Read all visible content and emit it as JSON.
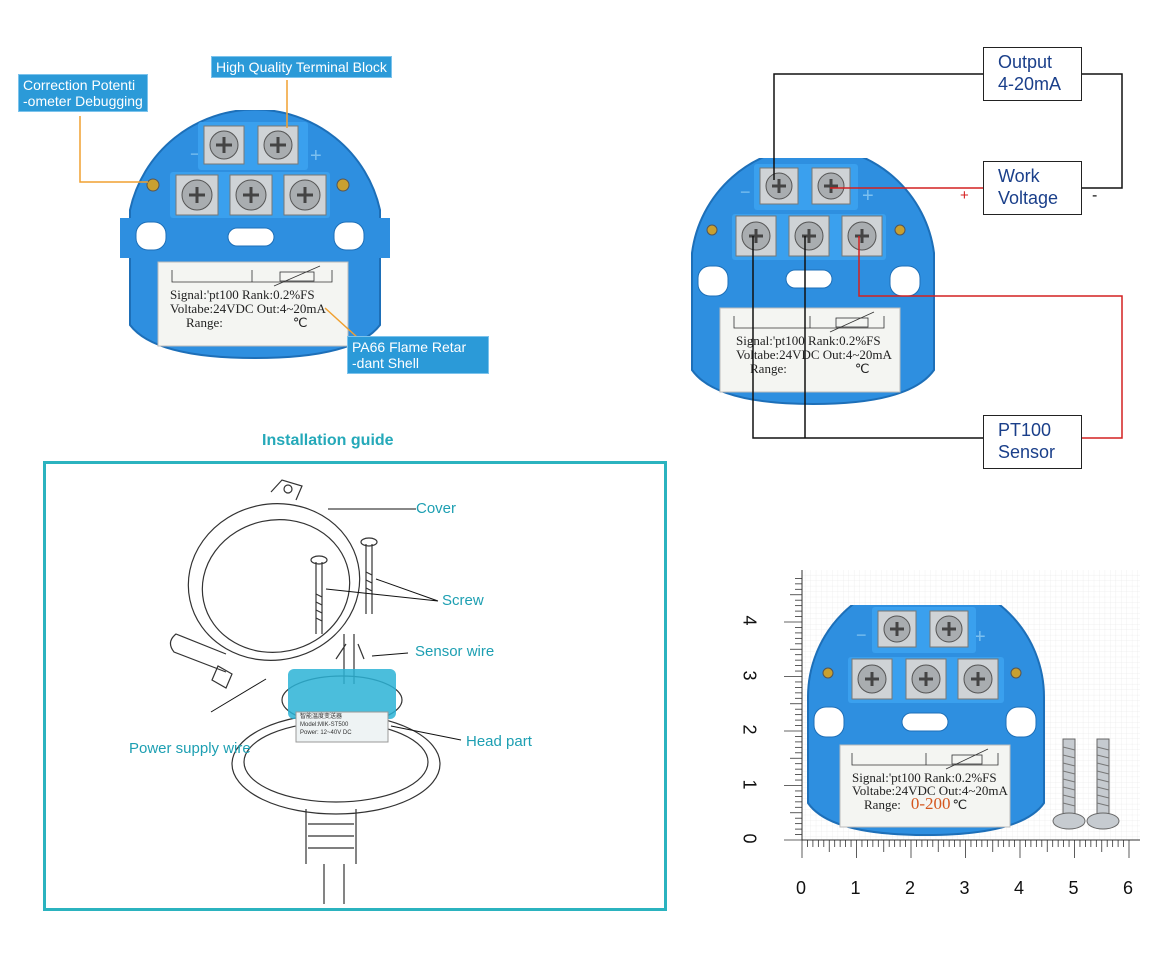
{
  "callouts": {
    "correction": [
      "Correction Potenti",
      "-ometer Debugging"
    ],
    "terminal_block": "High Quality Terminal Block",
    "shell": [
      "PA66 Flame Retar",
      "-dant Shell"
    ]
  },
  "label": {
    "signal": "Signal:'pt100 Rank:0.2%FS",
    "voltage": "Voltabe:24VDC Out:4~20mA",
    "range": "Range:",
    "unit": "℃",
    "range_value": "0-200"
  },
  "wiring": {
    "output": [
      "Output",
      "4-20mA"
    ],
    "work_voltage": [
      "Work",
      "Voltage"
    ],
    "plus": "+",
    "minus": "-",
    "sensor": [
      "PT100",
      "Sensor"
    ]
  },
  "installation": {
    "title": "Installation guide",
    "cover": "Cover",
    "screw": "Screw",
    "sensor_wire": "Sensor wire",
    "head_part": "Head part",
    "power_supply_wire": "Power supply wire",
    "part_label": [
      "智能温度变送器",
      "Model:MIK-ST500",
      "Power: 12~40V DC"
    ]
  },
  "ruler": {
    "x_ticks": [
      "0",
      "1",
      "2",
      "3",
      "4",
      "5",
      "6"
    ],
    "y_ticks": [
      "0",
      "1",
      "2",
      "3",
      "4"
    ]
  },
  "colors": {
    "module_blue": "#2e8fe0",
    "accent_teal": "#25a9b9",
    "wire_red": "#d42020",
    "callout_blue": "#2b9ad8"
  }
}
